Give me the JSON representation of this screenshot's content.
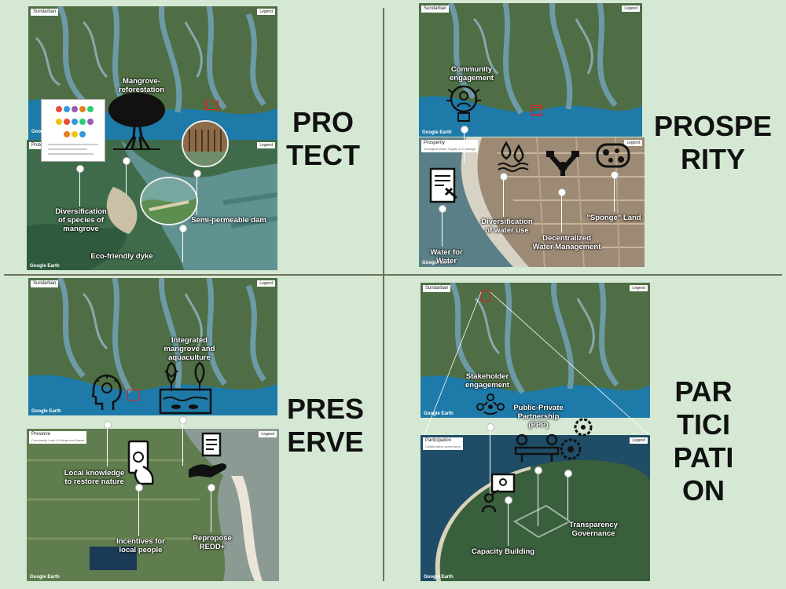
{
  "quadrants": {
    "protect": {
      "title": "PRO\nTECT",
      "map_tag": "Sundarban",
      "sub_tag": "Protect",
      "labels": {
        "mangrove": "Mangrove-\nreforestation",
        "diversification": "Diversification\nof species of\nmangrove",
        "dam": "Semi-permeable dam",
        "dyke": "Eco-friendly dyke"
      }
    },
    "prosperity": {
      "title": "PROSPE\nRITY",
      "map_tag": "Sundarban",
      "sub_tag": "Prosperity",
      "sub_note": "Ecological Water Supply & Sewerage",
      "labels": {
        "community": "Community\nengagement",
        "diversification": "Diversification\nof water use",
        "decentralized": "Decentralized\nWater Management",
        "sponge": "\"Sponge\" Land",
        "water": "Water for\nWater"
      }
    },
    "preserve": {
      "title": "PRES\nERVE",
      "map_tag": "Sundarban",
      "sub_tag": "Preserve",
      "sub_note": "Community Land & Mangroves Based",
      "labels": {
        "integrated": "Integrated\nmangrove and\naquaculture",
        "local": "Local knowledge\nto restore nature",
        "incentives": "Incentives for\nlocal people",
        "redd": "Repropose\nREDD+"
      }
    },
    "participation": {
      "title": "PAR\nTICI\nPATI\nON",
      "map_tag": "Sundarban",
      "sub_tag": "Participation",
      "sub_note": "Collaborative governance",
      "labels": {
        "stakeholder": "Stakeholder\nengagement",
        "ppp": "Public-Private\nPartnership\n(PPP)",
        "transparency": "Transparency\nGovernance",
        "capacity": "Capacity Building"
      }
    }
  },
  "common": {
    "legend": "Legend",
    "google_earth": "Google Earth"
  },
  "colors": {
    "background": "#d5e8d4",
    "land": "#4f6e45",
    "river": "#6d9aa6",
    "sea": "#1e7aa8",
    "accent_red": "#dd2222"
  }
}
